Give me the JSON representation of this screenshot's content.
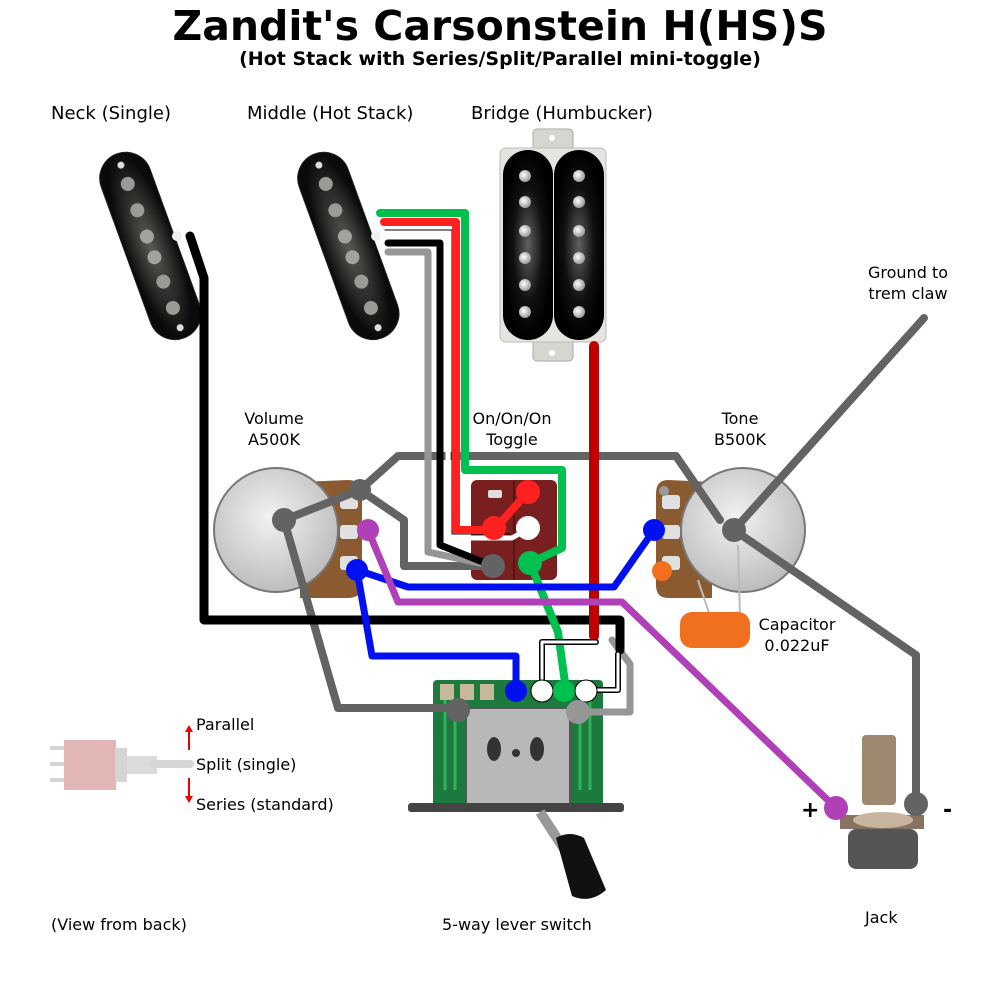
{
  "title": "Zandit's Carsonstein H(HS)S",
  "subtitle": "(Hot Stack with Series/Split/Parallel mini-toggle)",
  "pickups": {
    "neck": "Neck (Single)",
    "middle": "Middle (Hot Stack)",
    "bridge": "Bridge (Humbucker)"
  },
  "controls": {
    "volume": {
      "line1": "Volume",
      "line2": "A500K"
    },
    "toggle": {
      "line1": "On/On/On",
      "line2": "Toggle"
    },
    "tone": {
      "line1": "Tone",
      "line2": "B500K"
    },
    "capacitor": {
      "line1": "Capacitor",
      "line2": "0.022uF"
    },
    "ground": {
      "line1": "Ground to",
      "line2": "trem claw"
    }
  },
  "mini_toggle_legend": {
    "positions": [
      "Parallel",
      "Split (single)",
      "Series (standard)"
    ],
    "note": "(View from back)"
  },
  "switch_label": "5-way lever switch",
  "jack": {
    "label": "Jack",
    "plus": "+",
    "minus": "-"
  },
  "wire_colors": {
    "ground": "#636363",
    "light_gray": "#969696",
    "black": "#000000",
    "red": "#ff2020",
    "dark_red": "#c00000",
    "green": "#00c050",
    "blue": "#0010f0",
    "purple": "#b040b8",
    "white": "#ffffff",
    "orange": "#f07020"
  }
}
